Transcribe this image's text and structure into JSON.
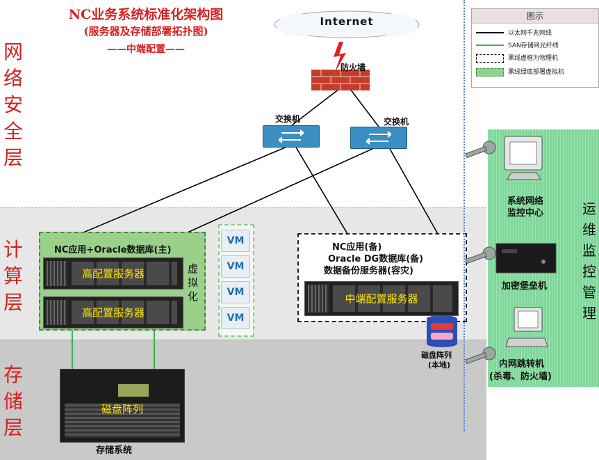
{
  "title": {
    "main": "NC业务系统标准化架构图",
    "sub": "(服务器及存储部署拓扑图)",
    "config": "——中端配置——"
  },
  "layers": {
    "network": "网络安全层",
    "compute": "计算层",
    "storage": "存储层"
  },
  "network": {
    "internet": "Internet",
    "firewall": "防火墙",
    "switch_left": "交换机",
    "switch_right": "交换机"
  },
  "compute": {
    "primary_label": "NC应用+Oracle数据库(主)",
    "server1": "高配置服务器",
    "server2": "高配置服务器",
    "virtualize": "虚拟化",
    "vms": [
      "VM",
      "VM",
      "VM",
      "VM"
    ],
    "backup_line1": "NC应用(备)",
    "backup_line2": "Oracle DG数据库(备)",
    "backup_line3": "数据备份服务器(容灾)",
    "backup_server": "中端配置服务器",
    "local_disk_line1": "磁盘阵列",
    "local_disk_line2": "(本地)"
  },
  "storage": {
    "array": "磁盘阵列",
    "system": "存储系统"
  },
  "ops": {
    "title": "运维监控管理",
    "monitor_line1": "系统网络",
    "monitor_line2": "监控中心",
    "bastion": "加密堡垒机",
    "jump_line1": "内网跳转机",
    "jump_line2": "(杀毒、防火墙)"
  },
  "legend": {
    "title": "图示",
    "items": [
      {
        "label": "以太网千兆网线",
        "color": "#000000"
      },
      {
        "label": "SAN存储网光纤线",
        "color": "#3cb44b"
      },
      {
        "label": "黑线虚框为物理机",
        "color": "#000000"
      },
      {
        "label": "黑线绿底部署虚拟机",
        "color": "#8fd18f"
      }
    ]
  }
}
